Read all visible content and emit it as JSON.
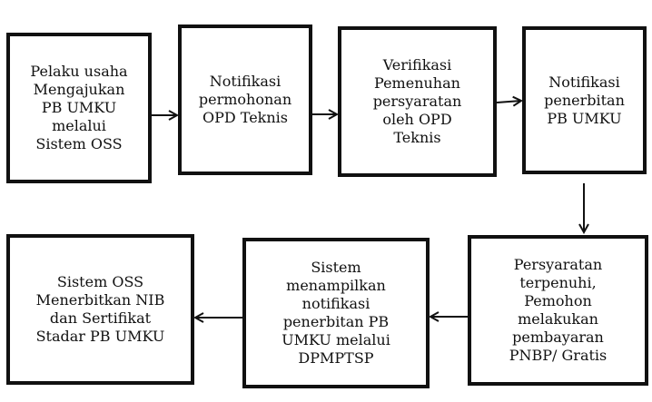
{
  "steps": [
    {
      "id": "step-1",
      "text": "Pelaku usaha\nMengajukan\nPB UMKU\nmelalui\nSistem OSS"
    },
    {
      "id": "step-2",
      "text": "Notifikasi\npermohonan\nOPD Teknis"
    },
    {
      "id": "step-3",
      "text": "Verifikasi\nPemenuhan\npersyaratan\noleh OPD\nTeknis"
    },
    {
      "id": "step-4",
      "text": "Notifikasi\npenerbitan\nPB UMKU"
    },
    {
      "id": "step-5",
      "text": "Persyaratan\nterpenuhi,\nPemohon\nmelakukan\npembayaran\nPNBP/ Gratis"
    },
    {
      "id": "step-6",
      "text": "Sistem\nmenampilkan\nnotifikasi\npenerbitan PB\nUMKU melalui\nDPMPTSP"
    },
    {
      "id": "step-7",
      "text": "Sistem OSS\nMenerbitkan NIB\ndan Sertifikat\nStadar PB UMKU"
    }
  ]
}
